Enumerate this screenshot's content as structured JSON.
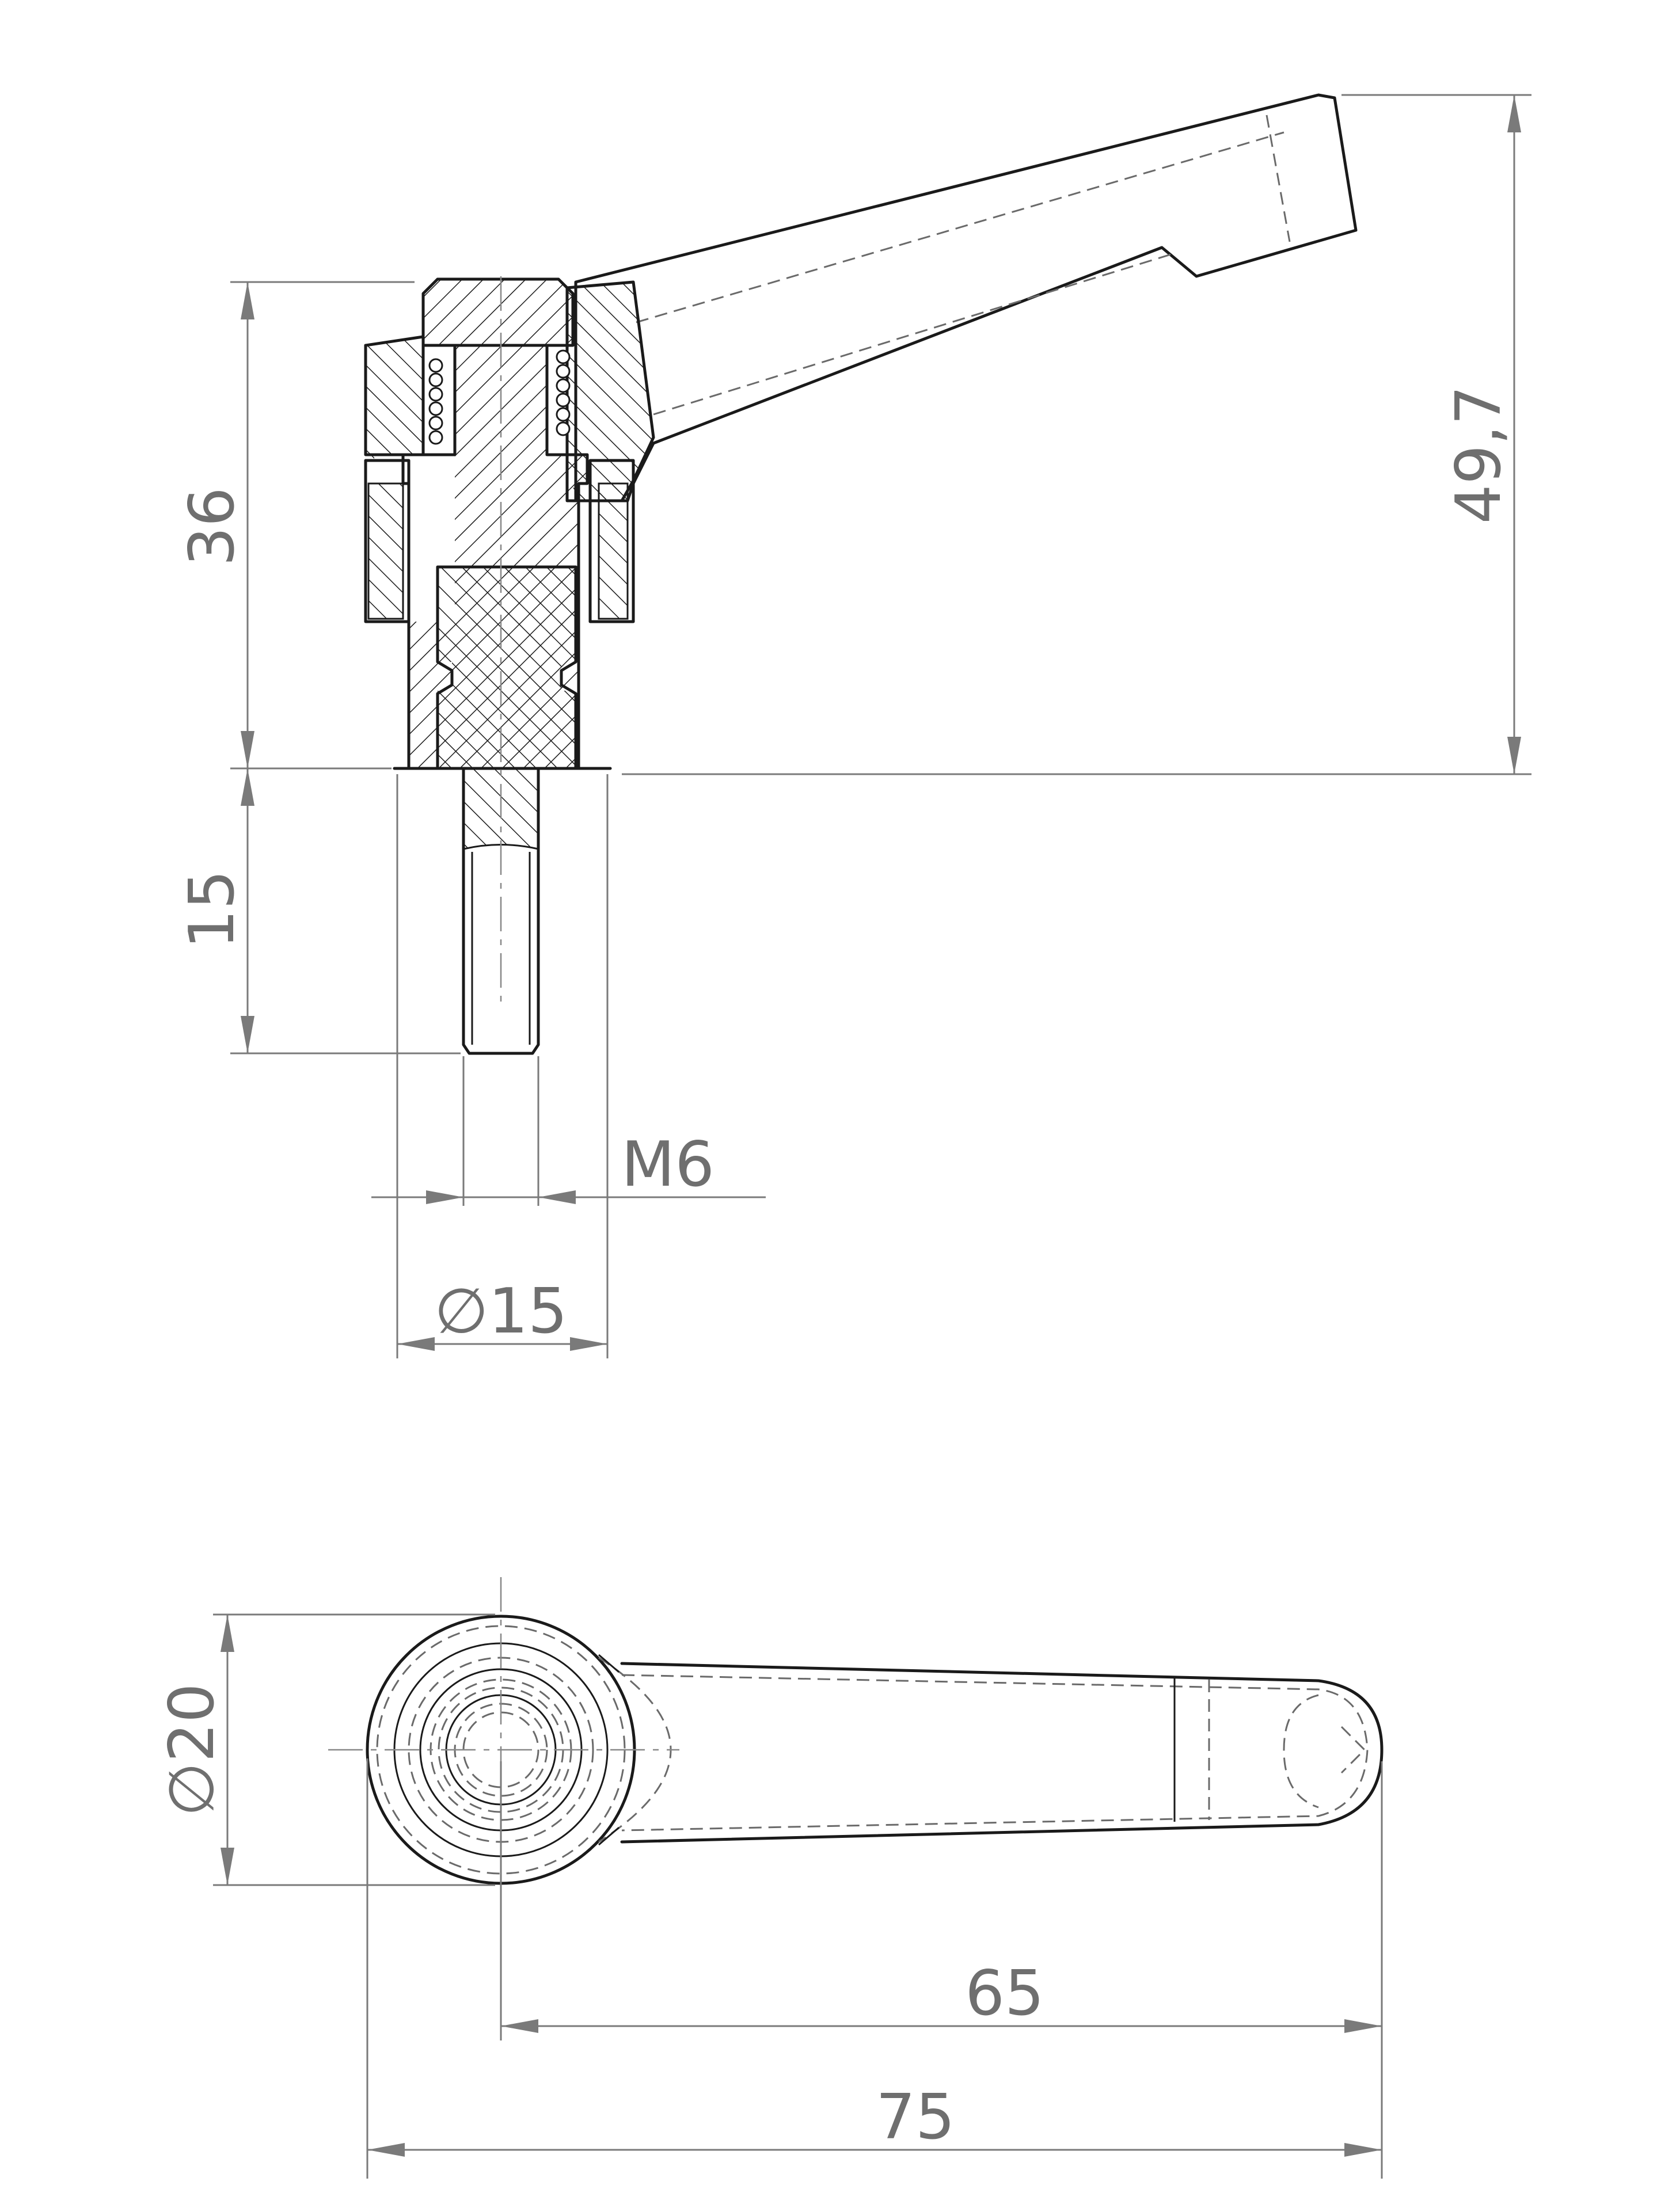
{
  "drawing": {
    "colors": {
      "object_line": "#1a1a1a",
      "dimension": "#7a7a7a",
      "dimension_text": "#6f6f6f",
      "background": "#ffffff"
    },
    "dimensions": {
      "height_36": "36",
      "height_15": "15",
      "height_49_7": "49,7",
      "thread_m6": "M6",
      "diameter_15": "∅15",
      "diameter_20": "∅20",
      "length_65": "65",
      "length_75": "75"
    }
  }
}
